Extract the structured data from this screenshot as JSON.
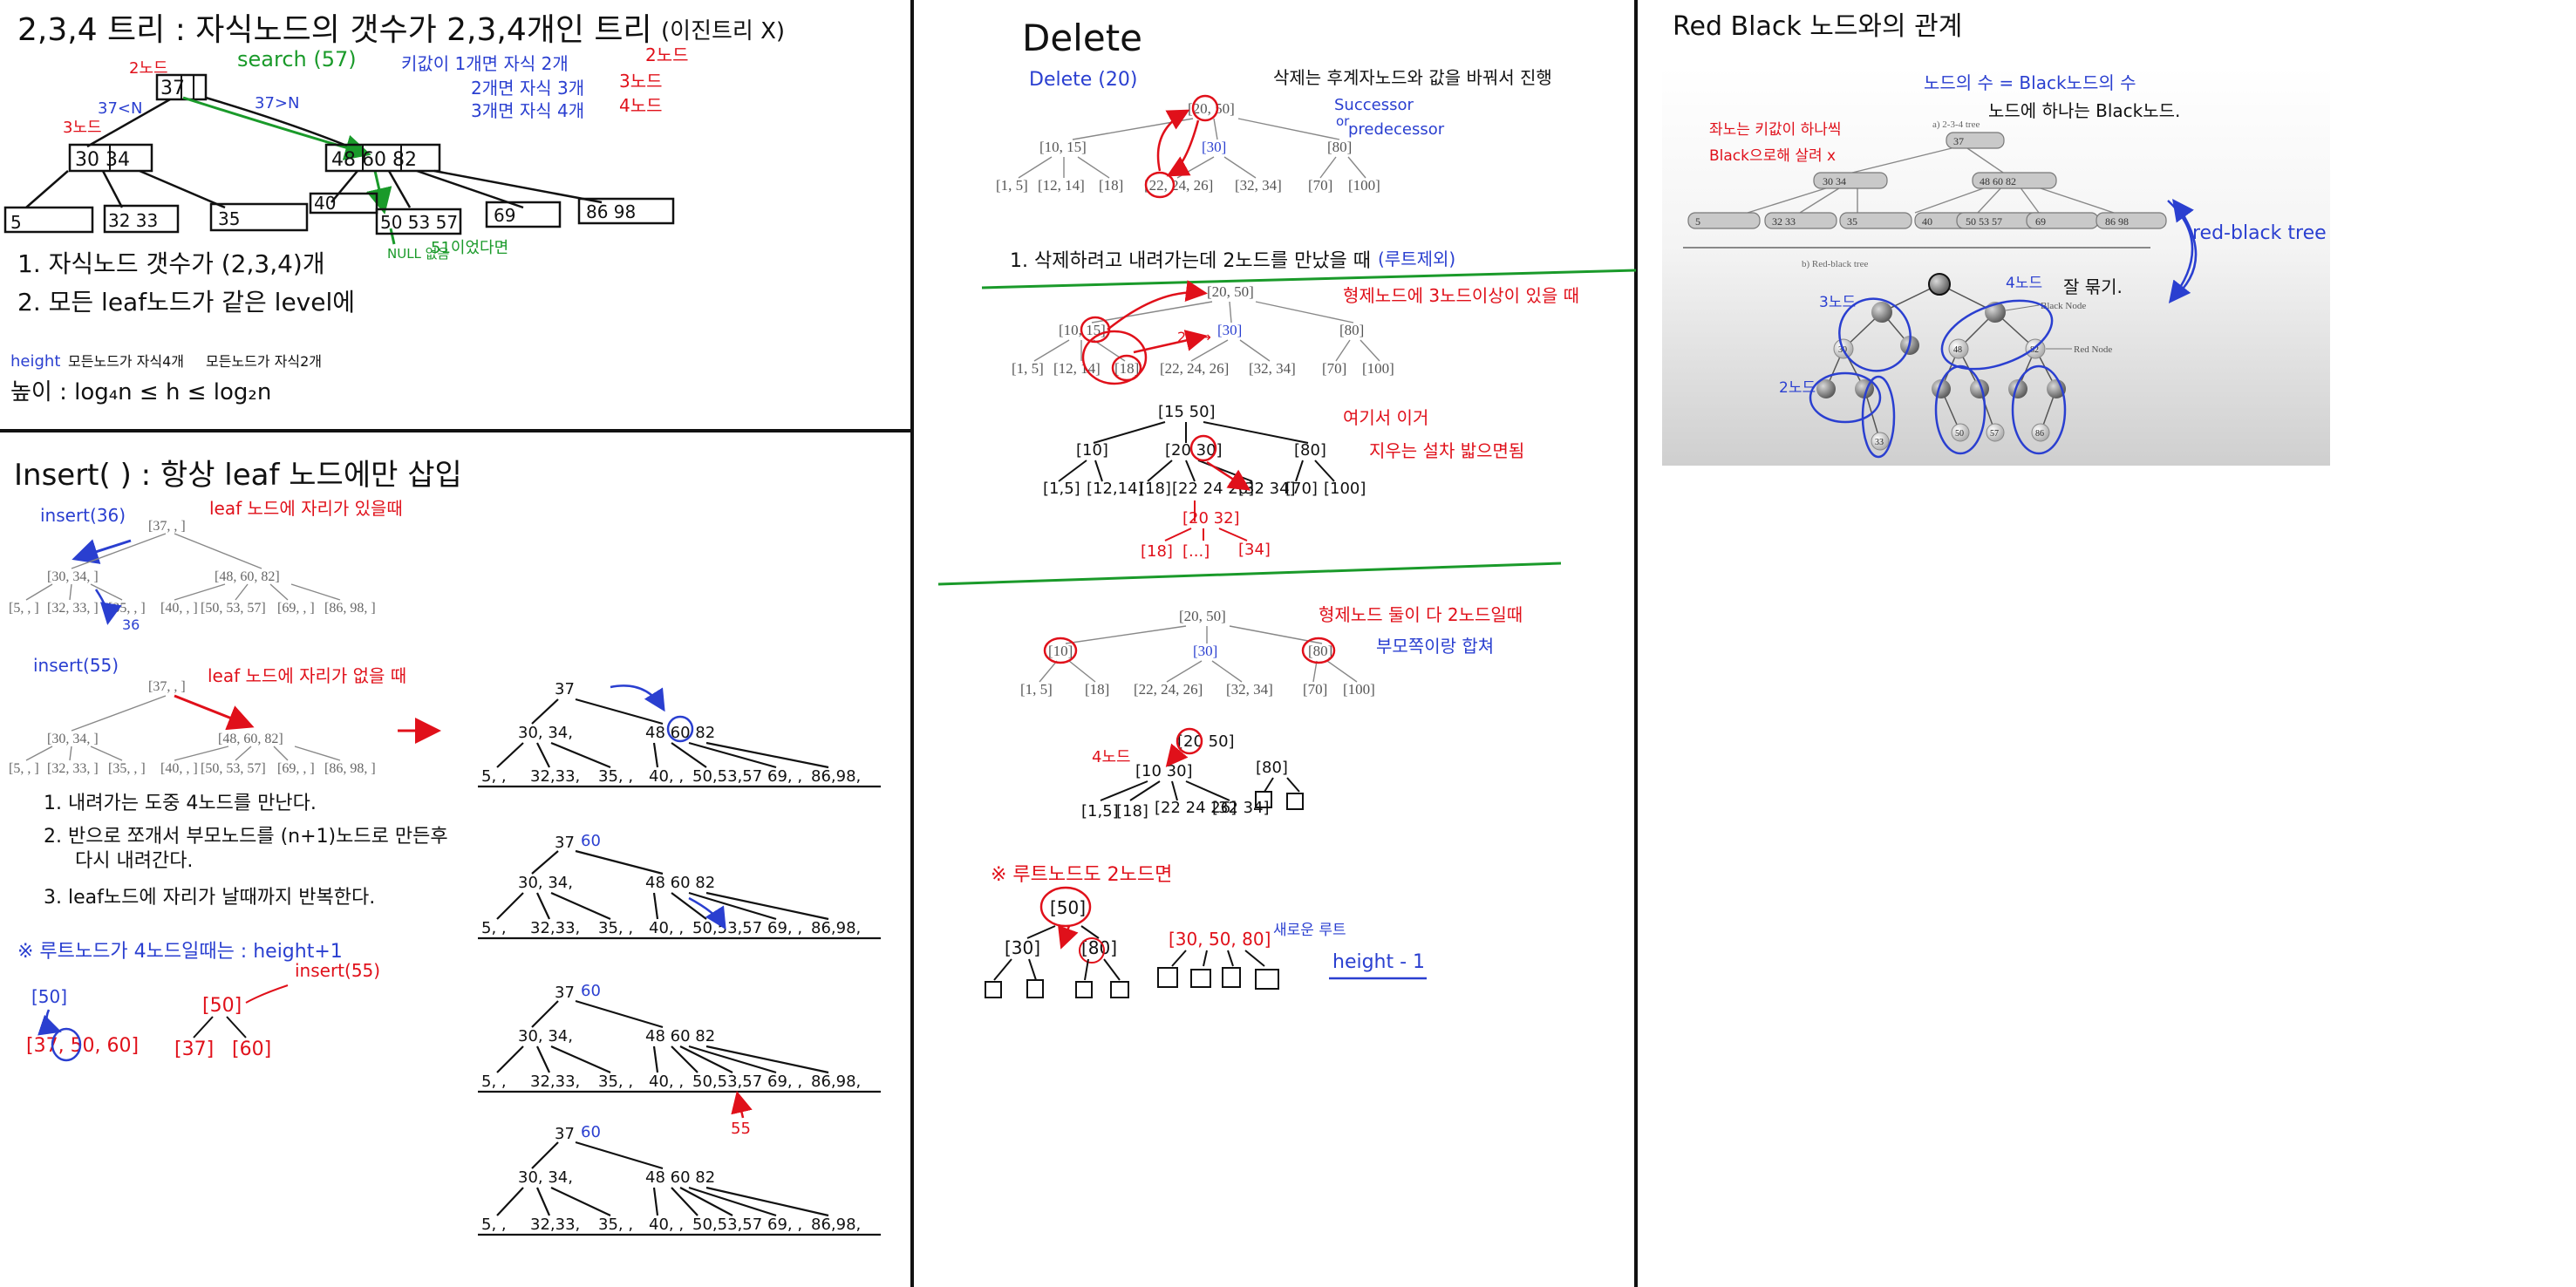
{
  "colors": {
    "ink": "#111111",
    "red": "#e0101a",
    "blue": "#2a3fd0",
    "green": "#1a9a2a",
    "gray": "#555555",
    "lightgray": "#d9d9d9"
  },
  "panel1": {
    "title": "2,3,4 트리 : 자식노드의 갯수가 2,3,4개인 트리",
    "title_note": "(이진트리 X)",
    "search_label": "search (57)",
    "key_note": {
      "line1": "키값이 1개면 자식 2개",
      "line2": "2개면 자식 3개",
      "line3": "3개면 자식 4개",
      "tag2": "2노드",
      "tag3": "3노드",
      "tag4": "4노드"
    },
    "node_tags": {
      "n2": "2노드",
      "n3": "3노드",
      "n2b": "2노드"
    },
    "branch_lt": "37<N",
    "branch_gt": "37>N",
    "root": "37",
    "level1": [
      "30 34",
      "48 60 82"
    ],
    "leaves": [
      "5",
      "32 33",
      "35",
      "40",
      "50 53 57",
      "69",
      "86 98"
    ],
    "null_note": "NULL 없음",
    "found_note": "51이었다면",
    "rule1": "1. 자식노드 갯수가 (2,3,4)개",
    "rule2": "2. 모든 leaf노드가 같은 level에",
    "height_label": "height",
    "height_note1": "모든노드가 자식4개",
    "height_note2": "모든노드가 자식2개",
    "height_formula": "높이 : log₄n ≤ h ≤ log₂n"
  },
  "panel2": {
    "title": "Insert( ) : 항상 leaf 노드에만 삽입",
    "ins1_label": "insert(36)",
    "ins1_note": "leaf 노드에 자리가 있을때",
    "ins2_label": "insert(55)",
    "ins2_note": "leaf 노드에 자리가 없을 때",
    "tree_root": "[37, , ]",
    "tree_l1": [
      "[30, 34, ]",
      "[48, 60, 82]"
    ],
    "tree_leaves": [
      "[5, , ]",
      "[32, 33, ]",
      "[35, , ]",
      "[40, , ]",
      "[50, 53, 57]",
      "[69, , ]",
      "[86, 98, ]"
    ],
    "extra_36": "36",
    "step1": "1. 내려가는 도중 4노드를 만난다.",
    "step2a": "2. 반으로 쪼개서 부모노드를 (n+1)노드로 만든후",
    "step2b": "다시 내려간다.",
    "step3": "3. leaf노드에 자리가 날때까지 반복한다.",
    "root_note": "※ 루트노드가 4노드일때는 : height+1",
    "ex_ins": "insert(55)",
    "ex_a_top": "[50]",
    "ex_a_row": "[37, 50, 60]",
    "ex_b_top": "[50]",
    "ex_b_left": "[37]",
    "ex_b_right": "[60]",
    "hw_root": "37",
    "hw_l1": [
      "30, 34,",
      "48 60 82"
    ],
    "hw_leaves": [
      "5, ,",
      "32,33,",
      "35, ,",
      "40, ,",
      "50,53,57",
      "69, ,",
      "86,98,"
    ],
    "hw_55": "55"
  },
  "panel3": {
    "title": "Delete",
    "delete_label": "Delete (20)",
    "note_succ": "삭제는 후계자노드와 값을 바꿔서 진행",
    "succ_word": "Successor",
    "or_word": "or",
    "pred_word": "predecessor",
    "t_root": "[20, 50]",
    "t_l1": [
      "[10, 15]",
      "[30]",
      "[80]"
    ],
    "t_leaves": [
      "[1, 5]",
      "[12, 14]",
      "[18]",
      "[22, 24, 26]",
      "[32, 34]",
      "[70]",
      "[100]"
    ],
    "case1": "1. 삭제하려고 내려가는데 2노드를 만났을 때",
    "case1_tag": "(루트제외)",
    "case1_note": "형제노드에 3노드이상이 있을 때",
    "rot_note1": "여기서 이거",
    "rot_note2": "지우는 설차 밟으면됨",
    "hw1_root": "[15 50]",
    "hw1_l1": [
      "[10]",
      "[20 30]",
      "[80]"
    ],
    "hw1_leaves": [
      "[1,5]",
      "[12,14]",
      "[18]",
      "[22 24 26]",
      "[32 34]",
      "[70]",
      "[100]"
    ],
    "hw1_sub": "[20 32]",
    "hw1_subleaves": [
      "[18]",
      "[...]",
      "[34]"
    ],
    "case2_note": "형제노드 둘이 다 2노드일때",
    "case2_note2": "부모쪽이랑 합쳐",
    "t2_root": "[20, 50]",
    "t2_l1": [
      "[10]",
      "[30]",
      "[80]"
    ],
    "t2_leaves": [
      "[1, 5]",
      "[18]",
      "[22, 24, 26]",
      "[32, 34]",
      "[70]",
      "[100]"
    ],
    "hw2_tag": "4노드",
    "hw2_root": "[20 50]",
    "hw2_l1": [
      "[10 30]",
      "[80]"
    ],
    "hw2_leaves": [
      "[1,5]",
      "[18]",
      "[22 24 26]",
      "[32 34]"
    ],
    "root2_note": "※ 루트노드도 2노드면",
    "r2_top": "[50]",
    "r2_l": "[30]",
    "r2_r": "[80]",
    "r2_merged": "[30, 50, 80]",
    "r2_new": "새로운 루트",
    "r2_height": "height - 1"
  },
  "panel4": {
    "title": "Red Black 노드와의 관계",
    "blue_note": "노드의 수 = Black노드의 수",
    "black_note": "노드에 하나는 Black노드.",
    "red_note1": "좌노는 키값이 하나씩",
    "red_note2": "Black으로해 살려 x",
    "img_title": "a) 2-3-4 tree",
    "img_root": "37",
    "img_l1": [
      "30 34",
      "48 60 82"
    ],
    "img_leaves": [
      "5",
      "32 33",
      "35",
      "40",
      "50 53 57",
      "69",
      "86 98"
    ],
    "img_caption": "b) Red-black tree",
    "rb_black": "Black Node",
    "rb_red": "Red Node",
    "rb_tag3": "3노드",
    "rb_tag2": "2노드",
    "rb_tag4": "4노드",
    "rb_nums": [
      "30",
      "48",
      "82",
      "33",
      "50",
      "57",
      "86"
    ],
    "arrow_label": "red-black tree",
    "bind_note": "잘 묶기."
  }
}
